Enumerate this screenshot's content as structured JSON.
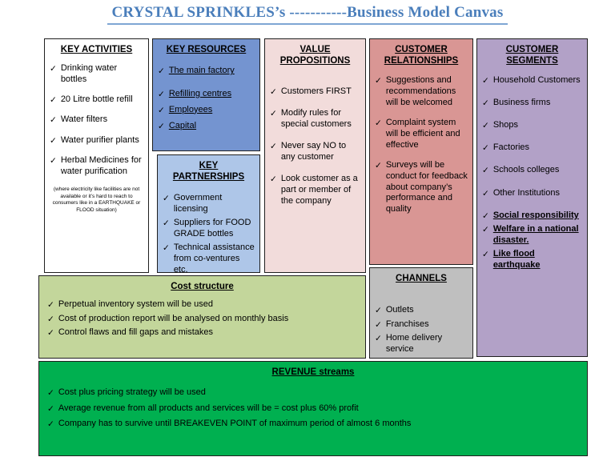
{
  "icons": {
    "check": "✓"
  },
  "title": {
    "text": "CRYSTAL SPRINKLES’s -----------Business Model Canvas"
  },
  "colors": {
    "title_blue": "#4a7ebb",
    "key_activities_bg": "#ffffff",
    "key_resources_bg": "#7494d0",
    "key_partnerships_bg": "#aec6e8",
    "value_propositions_bg": "#f2dcdb",
    "customer_relationships_bg": "#d99694",
    "channels_bg": "#bfbfbf",
    "customer_segments_bg": "#b2a1c7",
    "cost_structure_bg": "#c3d69b",
    "revenue_streams_bg": "#00b050"
  },
  "boxes": {
    "key_activities": {
      "title": "KEY ACTIVITIES",
      "items": [
        "Drinking water bottles",
        "20 Litre bottle refill",
        "Water filters",
        "Water purifier plants",
        "Herbal Medicines for water purification"
      ],
      "note": "(where electricity like facilities are not available or it’s hard to reach to consumers like in a EARTHQUAKE or FLOOD situation)"
    },
    "key_resources": {
      "title": "KEY RESOURCES",
      "items": [
        "The main  factory",
        "Refilling centres",
        "Employees",
        "Capital"
      ]
    },
    "key_partnerships": {
      "title": "KEY PARTNERSHIPS",
      "items": [
        "Government licensing",
        "Suppliers for FOOD GRADE bottles",
        "Technical assistance from co-ventures etc."
      ]
    },
    "value_propositions": {
      "title": "VALUE PROPOSITIONS",
      "items": [
        "Customers FIRST",
        "Modify rules for special customers",
        "Never say NO to any customer",
        "Look customer as a part  or member of the company"
      ]
    },
    "customer_relationships": {
      "title": "CUSTOMER RELATIONSHIPS",
      "items": [
        "Suggestions and recommendations will be welcomed",
        "Complaint system will be efficient and effective",
        "Surveys will be conduct for feedback about company’s performance and quality"
      ]
    },
    "channels": {
      "title": "CHANNELS",
      "items": [
        "Outlets",
        "Franchises",
        "Home delivery service"
      ]
    },
    "customer_segments": {
      "title": "CUSTOMER SEGMENTS",
      "items": [
        "Household Customers",
        "Business firms",
        "Shops",
        "Factories",
        "Schools colleges",
        "Other Institutions"
      ],
      "highlight_items": [
        "Social responsibility",
        "Welfare in a national disaster.",
        "Like flood earthquake"
      ]
    },
    "cost_structure": {
      "title": "Cost structure",
      "items": [
        "Perpetual inventory system will be used",
        "Cost of production report will be analysed on monthly basis",
        "Control flaws and fill gaps and mistakes"
      ]
    },
    "revenue_streams": {
      "title": "REVENUE streams",
      "items": [
        "Cost plus pricing strategy will be used",
        "Average revenue from all products and services  will be = cost plus 60% profit",
        "Company has to survive until BREAKEVEN POINT of maximum period of almost 6 months"
      ]
    }
  }
}
